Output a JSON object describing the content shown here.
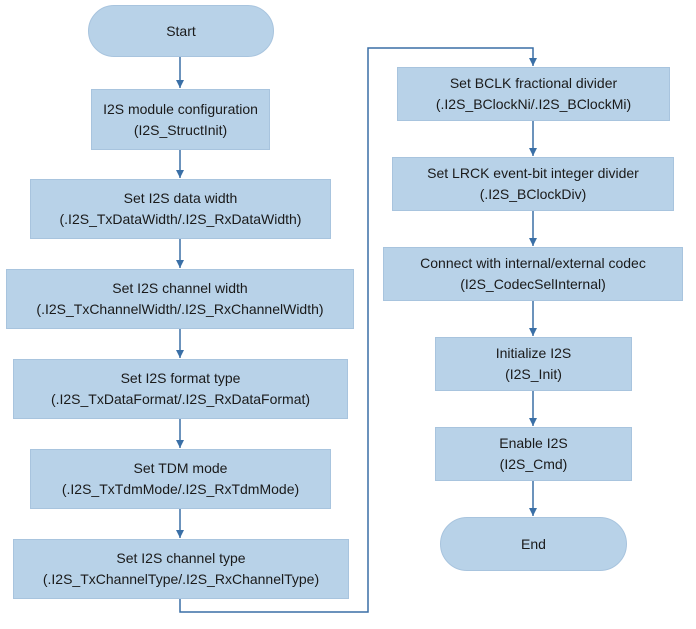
{
  "flowchart": {
    "start": {
      "text": "Start"
    },
    "steps_left": [
      {
        "title": "I2S module configuration",
        "code": "(I2S_StructInit)"
      },
      {
        "title": "Set I2S data width",
        "code": "(.I2S_TxDataWidth/.I2S_RxDataWidth)"
      },
      {
        "title": "Set I2S channel width",
        "code": "(.I2S_TxChannelWidth/.I2S_RxChannelWidth)"
      },
      {
        "title": "Set I2S format type",
        "code": "(.I2S_TxDataFormat/.I2S_RxDataFormat)"
      },
      {
        "title": "Set TDM mode",
        "code": "(.I2S_TxTdmMode/.I2S_RxTdmMode)"
      },
      {
        "title": "Set I2S channel type",
        "code": "(.I2S_TxChannelType/.I2S_RxChannelType)"
      }
    ],
    "steps_right": [
      {
        "title": "Set BCLK fractional divider",
        "code": "(.I2S_BClockNi/.I2S_BClockMi)"
      },
      {
        "title": "Set LRCK event-bit integer divider",
        "code": "(.I2S_BClockDiv)"
      },
      {
        "title": "Connect with internal/external codec",
        "code": "(I2S_CodecSelInternal)"
      },
      {
        "title": "Initialize I2S",
        "code": "(I2S_Init)"
      },
      {
        "title": "Enable I2S",
        "code": "(I2S_Cmd)"
      }
    ],
    "end": {
      "text": "End"
    },
    "colors": {
      "box_fill": "#b8d2e8",
      "box_border": "#a8c4de",
      "arrow": "#3a6fa6"
    }
  }
}
